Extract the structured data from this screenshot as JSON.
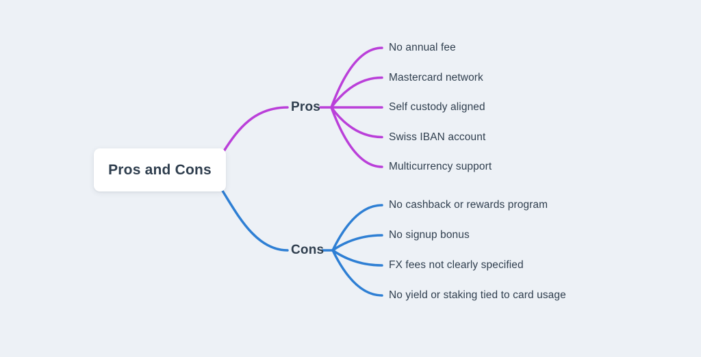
{
  "colors": {
    "background": "#edf1f6",
    "pros": "#ba3fd9",
    "cons": "#2e7fd4",
    "text": "#2f3e4e",
    "card_bg": "#ffffff"
  },
  "root": {
    "label": "Pros and Cons"
  },
  "branches": [
    {
      "id": "pros",
      "label": "Pros",
      "color": "#ba3fd9",
      "items": [
        "No annual fee",
        "Mastercard network",
        "Self custody aligned",
        "Swiss IBAN account",
        "Multicurrency support"
      ]
    },
    {
      "id": "cons",
      "label": "Cons",
      "color": "#2e7fd4",
      "items": [
        "No cashback or rewards program",
        "No signup bonus",
        "FX fees not clearly specified",
        "No yield or staking tied to card usage"
      ]
    }
  ]
}
